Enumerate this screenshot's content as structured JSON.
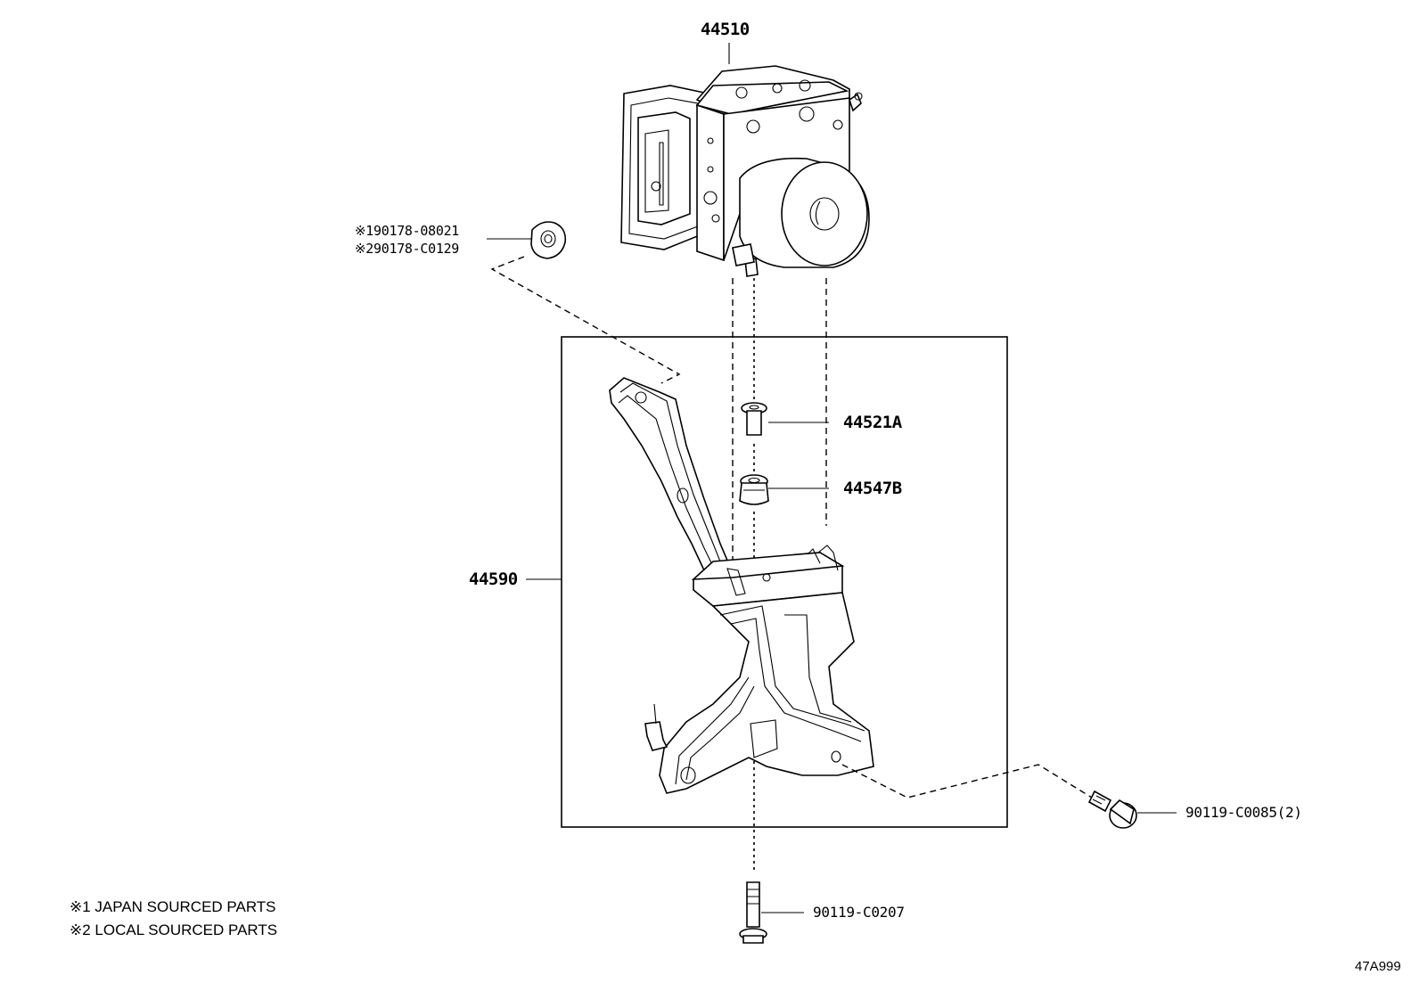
{
  "diagram": {
    "parts": {
      "actuator": "44510",
      "bracket": "44590",
      "collar": "44521A",
      "cushion": "44547B",
      "nut_japan": "90178-08021",
      "nut_local": "90178-C0129",
      "bolt_side": "90119-C0085(2)",
      "bolt_bottom": "90119-C0207"
    },
    "markers": {
      "japan": "※1",
      "local": "※2"
    },
    "notes": [
      "※1 JAPAN SOURCED PARTS",
      "※2 LOCAL SOURCED PARTS"
    ],
    "figure_id": "47A999"
  }
}
